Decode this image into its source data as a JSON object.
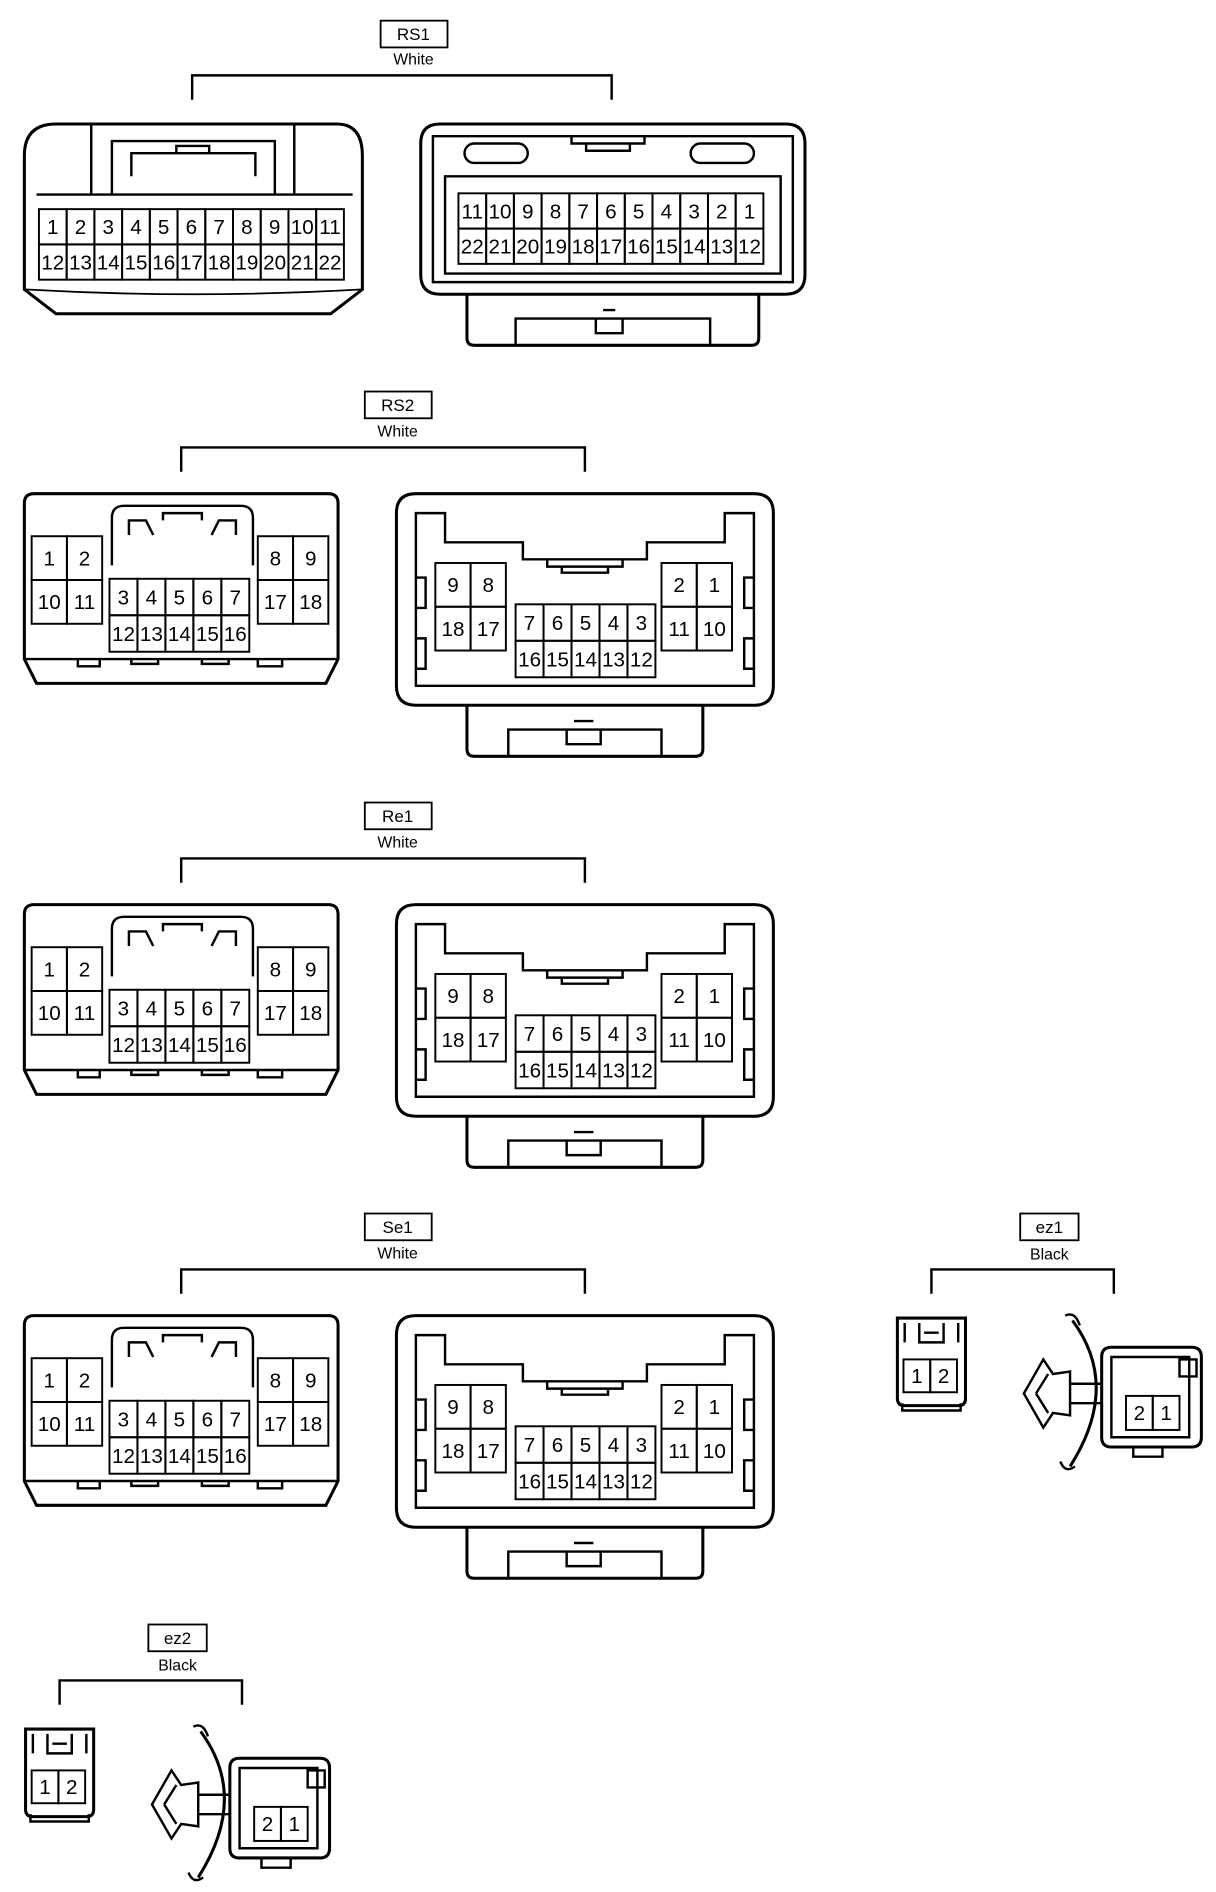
{
  "connectors": {
    "rs1": {
      "code": "RS1",
      "color": "White",
      "female_row1": [
        "1",
        "2",
        "3",
        "4",
        "5",
        "6",
        "7",
        "8",
        "9",
        "10",
        "11"
      ],
      "female_row2": [
        "12",
        "13",
        "14",
        "15",
        "16",
        "17",
        "18",
        "19",
        "20",
        "21",
        "22"
      ],
      "male_row1": [
        "11",
        "10",
        "9",
        "8",
        "7",
        "6",
        "5",
        "4",
        "3",
        "2",
        "1"
      ],
      "male_row2": [
        "22",
        "21",
        "20",
        "19",
        "18",
        "17",
        "16",
        "15",
        "14",
        "13",
        "12"
      ]
    },
    "rs2": {
      "code": "RS2",
      "color": "White",
      "female": {
        "left": [
          "1",
          "2",
          "10",
          "11"
        ],
        "mid_row1": [
          "3",
          "4",
          "5",
          "6",
          "7"
        ],
        "mid_row2": [
          "12",
          "13",
          "14",
          "15",
          "16"
        ],
        "right": [
          "8",
          "9",
          "17",
          "18"
        ]
      },
      "male": {
        "left": [
          "9",
          "8",
          "18",
          "17"
        ],
        "mid_row1": [
          "7",
          "6",
          "5",
          "4",
          "3"
        ],
        "mid_row2": [
          "16",
          "15",
          "14",
          "13",
          "12"
        ],
        "right": [
          "2",
          "1",
          "11",
          "10"
        ]
      }
    },
    "re1": {
      "code": "Re1",
      "color": "White",
      "female": {
        "left": [
          "1",
          "2",
          "10",
          "11"
        ],
        "mid_row1": [
          "3",
          "4",
          "5",
          "6",
          "7"
        ],
        "mid_row2": [
          "12",
          "13",
          "14",
          "15",
          "16"
        ],
        "right": [
          "8",
          "9",
          "17",
          "18"
        ]
      },
      "male": {
        "left": [
          "9",
          "8",
          "18",
          "17"
        ],
        "mid_row1": [
          "7",
          "6",
          "5",
          "4",
          "3"
        ],
        "mid_row2": [
          "16",
          "15",
          "14",
          "13",
          "12"
        ],
        "right": [
          "2",
          "1",
          "11",
          "10"
        ]
      }
    },
    "se1": {
      "code": "Se1",
      "color": "White",
      "female": {
        "left": [
          "1",
          "2",
          "10",
          "11"
        ],
        "mid_row1": [
          "3",
          "4",
          "5",
          "6",
          "7"
        ],
        "mid_row2": [
          "12",
          "13",
          "14",
          "15",
          "16"
        ],
        "right": [
          "8",
          "9",
          "17",
          "18"
        ]
      },
      "male": {
        "left": [
          "9",
          "8",
          "18",
          "17"
        ],
        "mid_row1": [
          "7",
          "6",
          "5",
          "4",
          "3"
        ],
        "mid_row2": [
          "16",
          "15",
          "14",
          "13",
          "12"
        ],
        "right": [
          "2",
          "1",
          "11",
          "10"
        ]
      }
    },
    "ez1": {
      "code": "ez1",
      "color": "Black",
      "female": [
        "1",
        "2"
      ],
      "male": [
        "2",
        "1"
      ]
    },
    "ez2": {
      "code": "ez2",
      "color": "Black",
      "female": [
        "1",
        "2"
      ],
      "male": [
        "2",
        "1"
      ]
    }
  }
}
